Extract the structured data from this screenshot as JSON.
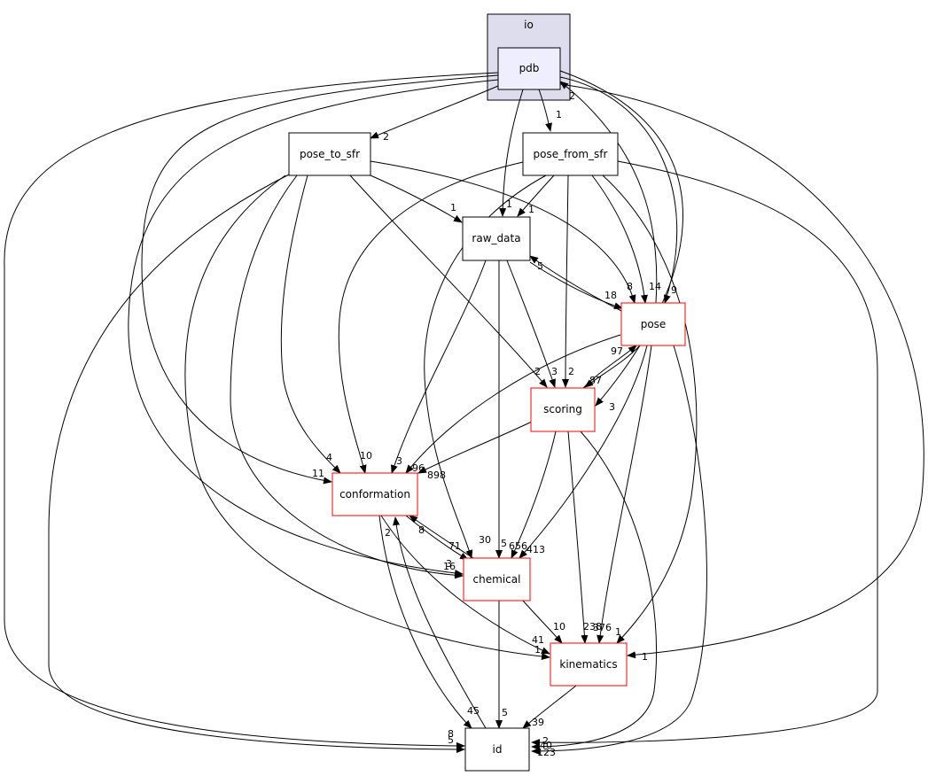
{
  "cluster": {
    "label": "io"
  },
  "nodes": {
    "pdb": {
      "label": "pdb",
      "fill": "#eeeeff",
      "stroke": "#000000"
    },
    "pose_to_sfr": {
      "label": "pose_to_sfr",
      "fill": "#ffffff",
      "stroke": "#000000"
    },
    "pose_from_sfr": {
      "label": "pose_from_sfr",
      "fill": "#ffffff",
      "stroke": "#000000"
    },
    "raw_data": {
      "label": "raw_data",
      "fill": "#ffffff",
      "stroke": "#000000"
    },
    "pose": {
      "label": "pose",
      "fill": "#ffffff",
      "stroke": "#ff0000"
    },
    "scoring": {
      "label": "scoring",
      "fill": "#ffffff",
      "stroke": "#ff0000"
    },
    "conformation": {
      "label": "conformation",
      "fill": "#ffffff",
      "stroke": "#ff0000"
    },
    "chemical": {
      "label": "chemical",
      "fill": "#ffffff",
      "stroke": "#ff0000"
    },
    "kinematics": {
      "label": "kinematics",
      "fill": "#ffffff",
      "stroke": "#ff0000"
    },
    "id": {
      "label": "id",
      "fill": "#ffffff",
      "stroke": "#000000"
    }
  },
  "cluster_colors": {
    "fill": "#ddddee",
    "stroke": "#000000"
  },
  "edge_labels": {
    "pdb_to_pose_to_sfr": "2",
    "pdb_to_pose_from_sfr": "1",
    "pose_to_pdb": "2",
    "pdb_to_raw_data": "1",
    "pose_to_sfr_to_raw_data": "1",
    "pose_from_sfr_to_raw_data": "1",
    "pose_to_raw_data": "5",
    "raw_data_to_pose": "18",
    "pose_to_sfr_to_pose": "8",
    "pose_from_sfr_to_pose": "14",
    "pdb_to_pose": "9",
    "pose_to_sfr_to_scoring": "2",
    "raw_data_to_scoring": "3",
    "pose_from_sfr_to_scoring": "2",
    "scoring_to_pose": "97",
    "pose_to_scoring": "87",
    "pdb_to_scoring": "3",
    "pdb_to_conformation": "11",
    "pose_to_sfr_to_conformation": "4",
    "pose_from_sfr_to_conformation": "10",
    "raw_data_to_conformation": "3",
    "pose_to_conformation": "96",
    "scoring_to_conformation": "898",
    "pose_from_sfr_to_chemical": "30",
    "raw_data_to_chemical": "5",
    "pose_to_chemical": "656",
    "scoring_to_chemical": "413",
    "conformation_to_chemical": "71",
    "chemical_to_conformation": "8",
    "pdb_to_chemical": "3",
    "pose_to_sfr_to_chemical": "16",
    "chemical_to_kinematics": "10",
    "scoring_to_kinematics": "238",
    "pose_to_kinematics": "376",
    "pose_from_sfr_to_kinematics": "1",
    "pdb_to_kinematics": "1",
    "conformation_to_kinematics": "41",
    "pose_to_sfr_to_kinematics": "1",
    "conformation_to_id": "45",
    "id_to_conformation": "2",
    "chemical_to_id": "5",
    "kinematics_to_id": "39",
    "pdb_to_id_a": "8",
    "pose_to_sfr_to_id": "5",
    "pose_to_id": "123",
    "scoring_to_id": "40",
    "pose_from_sfr_to_id": "2"
  }
}
